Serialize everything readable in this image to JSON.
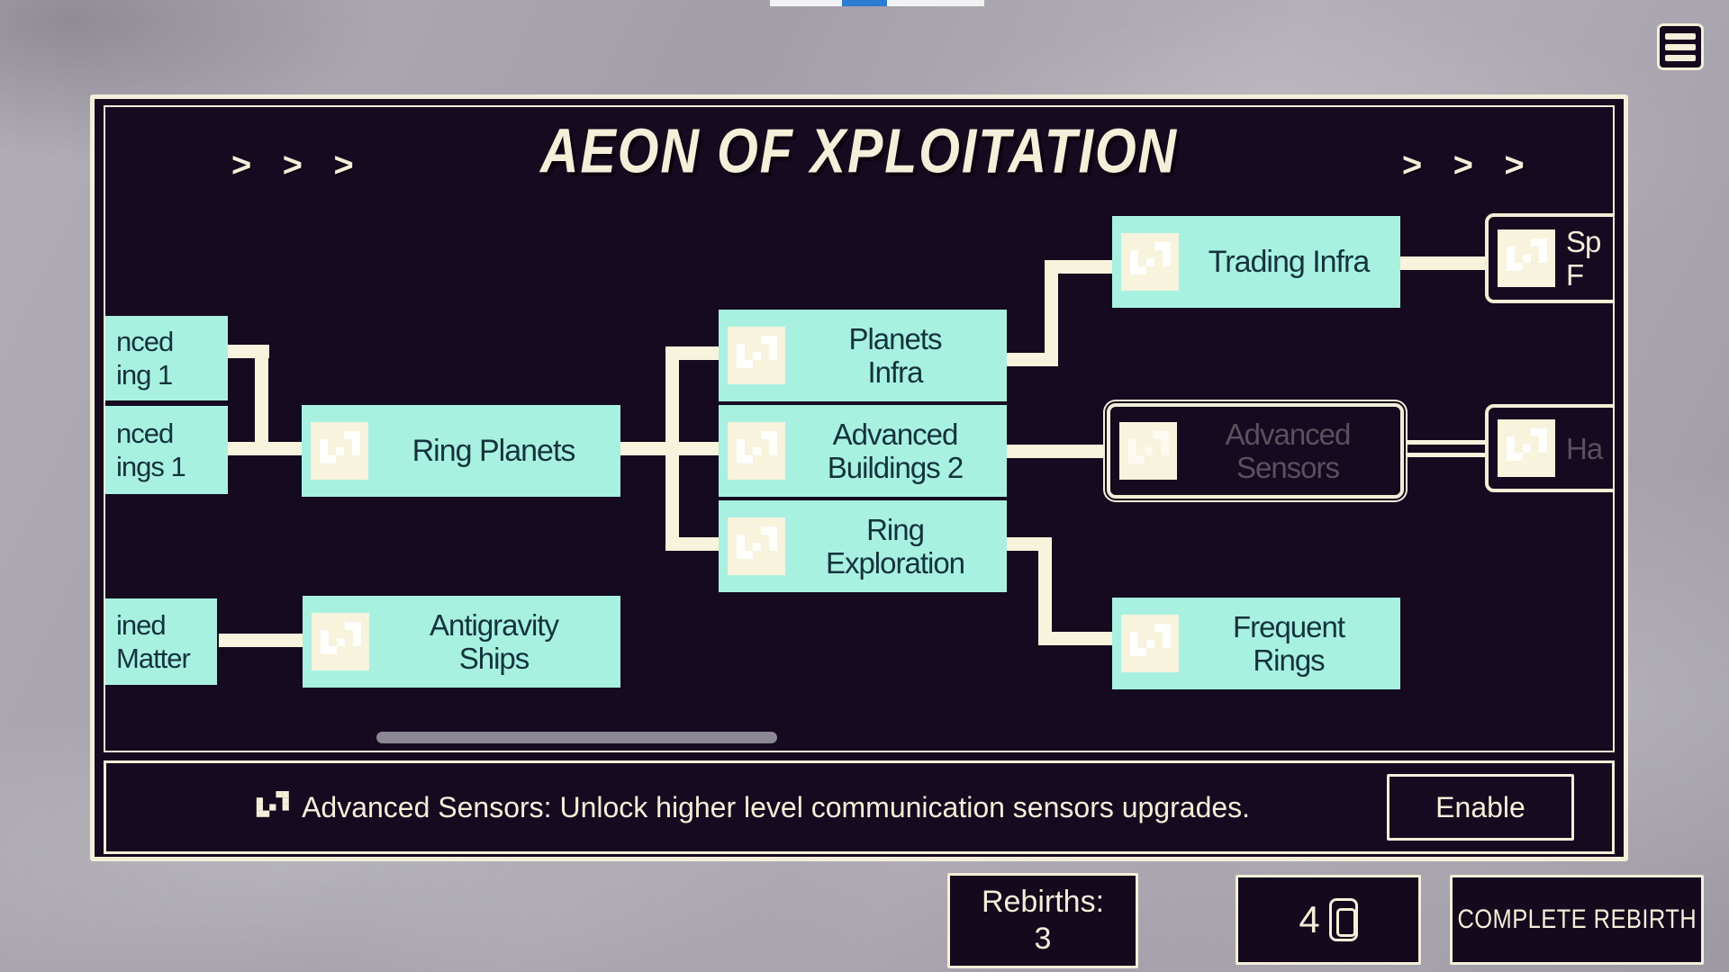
{
  "app": {
    "title": "AEON OF XPLOITATION",
    "arrows": "> > >"
  },
  "palette": {
    "cream": "#f3efd9",
    "panel_bg": "#150a1f",
    "node_bg": "#a8f1e1",
    "node_text": "#14333d",
    "dim_text": "#57525e",
    "connector": "#f7f3dc",
    "desktop_gray": "#a8a4ad",
    "tree_scrollbar_thumb": "#8b8893",
    "top_scrollbar_thumb": "#2d7bd3"
  },
  "tree": {
    "nodes": {
      "adv_building_1": {
        "line1": "nced",
        "line2": "ing 1",
        "state": "unlocked"
      },
      "adv_buildings_1": {
        "line1": "nced",
        "line2": "ings 1",
        "state": "unlocked"
      },
      "refined_matter": {
        "line1": "ined",
        "line2": "Matter",
        "state": "unlocked"
      },
      "ring_planets": {
        "line1": "Ring Planets",
        "line2": "",
        "state": "unlocked",
        "icon": "#6c8de2"
      },
      "antigravity_ships": {
        "line1": "Antigravity",
        "line2": "Ships",
        "state": "unlocked",
        "icon": "#1d8795"
      },
      "planets_infra": {
        "line1": "Planets",
        "line2": "Infra",
        "state": "unlocked",
        "icon": "#1a6e10"
      },
      "advanced_buildings_2": {
        "line1": "Advanced",
        "line2": "Buildings 2",
        "state": "unlocked",
        "icon": "#8f100d"
      },
      "ring_exploration": {
        "line1": "Ring",
        "line2": "Exploration",
        "state": "unlocked",
        "icon": "#efa78f"
      },
      "trading_infra": {
        "line1": "Trading Infra",
        "line2": "",
        "state": "unlocked",
        "icon": "#a87e12"
      },
      "advanced_sensors": {
        "line1": "Advanced",
        "line2": "Sensors",
        "state": "selected-locked",
        "icon": "#f78c1e"
      },
      "frequent_rings": {
        "line1": "Frequent",
        "line2": "Rings",
        "state": "unlocked",
        "icon": "#1d8795"
      },
      "space_f": {
        "line1": "Sp",
        "line2": "F",
        "state": "locked",
        "icon": "#7c4fc4"
      },
      "ha": {
        "line1": "",
        "line2": "Ha",
        "state": "locked",
        "icon": "#6b9ae8"
      }
    }
  },
  "info_bar": {
    "description": "Advanced Sensors: Unlock higher level communication sensors upgrades.",
    "enable_label": "Enable"
  },
  "footer": {
    "rebirths_label": "Rebirths:",
    "rebirths_value": "3",
    "points_value": "4",
    "complete_label": "COMPLETE REBIRTH"
  }
}
